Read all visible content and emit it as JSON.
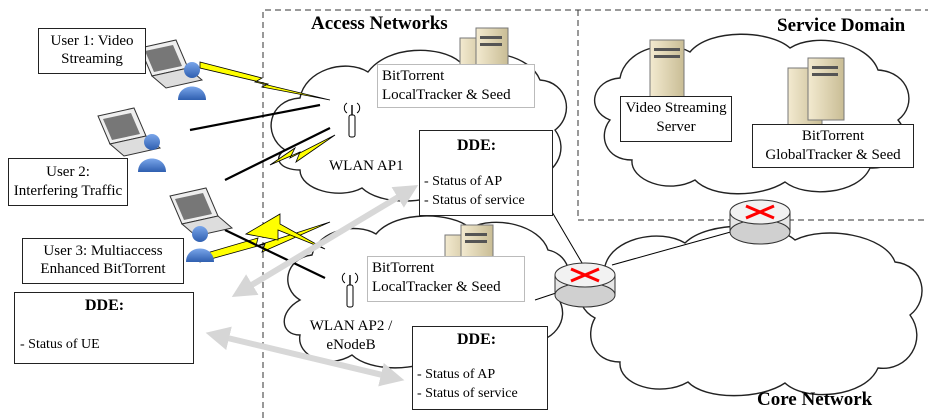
{
  "regions": {
    "access": "Access Networks",
    "service": "Service Domain",
    "core": "Core Network"
  },
  "users": {
    "u1": [
      "User 1: Video",
      "Streaming"
    ],
    "u2": [
      "User 2:",
      "Interfering Traffic"
    ],
    "u3": [
      "User 3:  Multiaccess",
      "Enhanced BitTorrent"
    ]
  },
  "trackers": {
    "local1": [
      "BitTorrent",
      "LocalTracker & Seed"
    ],
    "local2": [
      "BitTorrent",
      "LocalTracker & Seed"
    ],
    "global": [
      "BitTorrent",
      "GlobalTracker & Seed"
    ]
  },
  "video_server": [
    "Video Streaming",
    "Server"
  ],
  "access_points": {
    "ap1": "WLAN AP1",
    "ap2": [
      "WLAN AP2 /",
      "eNodeB"
    ]
  },
  "dde": {
    "ap1": {
      "title": "DDE:",
      "items": [
        "- Status of AP",
        "- Status of service"
      ]
    },
    "ap2": {
      "title": "DDE:",
      "items": [
        "- Status of AP",
        "- Status of service"
      ]
    },
    "ue": {
      "title": "DDE:",
      "items": [
        "- Status of UE"
      ]
    }
  },
  "colors": {
    "lightning": "#ffff00",
    "arrow": "#d8d8d8",
    "router": "#e6e6e6",
    "router_arrow": "#ff0000",
    "user": "#4a7bd0"
  }
}
